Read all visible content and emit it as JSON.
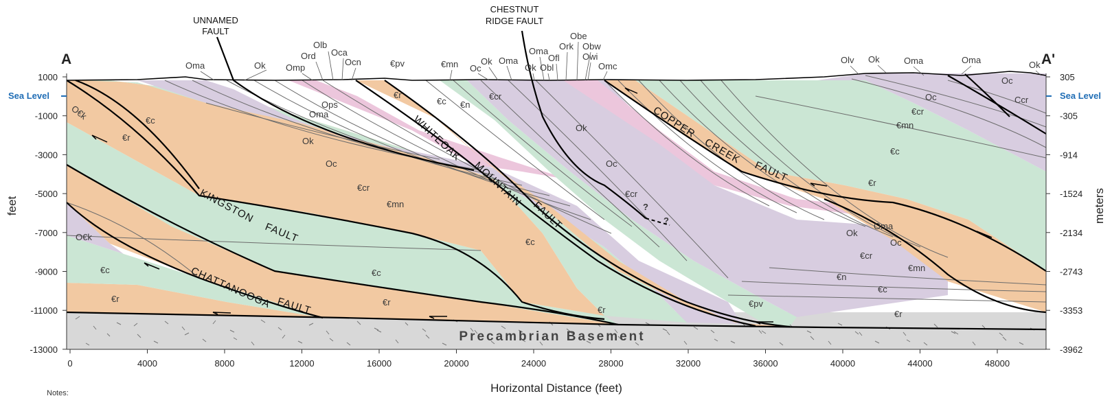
{
  "section_ends": {
    "left": "A",
    "right": "A'"
  },
  "axes": {
    "x_label": "Horizontal Distance (feet)",
    "y_left_label": "feet",
    "y_right_label": "meters",
    "sea_level": "Sea Level",
    "x_ticks": [
      "0",
      "4000",
      "8000",
      "12000",
      "16000",
      "20000",
      "24000",
      "28000",
      "32000",
      "36000",
      "40000",
      "44000",
      "48000"
    ],
    "y_left_ticks": [
      "1000",
      "-1000",
      "-3000",
      "-5000",
      "-7000",
      "-9000",
      "-11000",
      "-13000"
    ],
    "y_right_ticks": [
      "305",
      "-305",
      "-914",
      "-1524",
      "-2134",
      "-2743",
      "-3353",
      "-3962"
    ]
  },
  "faults": {
    "kingston": [
      "KINGSTON",
      "FAULT"
    ],
    "chattanooga": [
      "CHATTANOOGA",
      "FAULT"
    ],
    "whiteoak": [
      "WHITEOAK",
      "MOUNTAIN",
      "FAULT"
    ],
    "copper": [
      "COPPER",
      "CREEK",
      "FAULT"
    ],
    "unnamed": [
      "UNNAMED",
      "FAULT"
    ],
    "chestnut": [
      "CHESTNUT",
      "RIDGE FAULT"
    ]
  },
  "basement_label": "Precambrian Basement",
  "notes_label": "Notes:",
  "query_mark": "?",
  "formation_labels": {
    "top": [
      "Oma",
      "Ok",
      "Omp",
      "Ord",
      "Olb",
      "Oca",
      "Ocn",
      "€pv",
      "€mn",
      "Oc",
      "Ok",
      "Oma",
      "Oma",
      "Ok",
      "Obl",
      "Ofl",
      "Ork",
      "Obe",
      "Obw",
      "Owi",
      "Omc",
      "Olv",
      "Ok",
      "Oma",
      "Oma",
      "Ok"
    ],
    "left_block": [
      "O€k",
      "€c",
      "€r",
      "O€k",
      "€c",
      "€r"
    ],
    "middle": [
      "Ops",
      "Oma",
      "Ok",
      "Oc",
      "€cr",
      "€mn",
      "€r",
      "€c",
      "€n",
      "€cr",
      "€c",
      "€c",
      "€r",
      "€r",
      "Ok",
      "Oc",
      "€cr"
    ],
    "right": [
      "Oc",
      "Ccr",
      "Oc",
      "€cr",
      "€mn",
      "€c",
      "€r",
      "Ok",
      "Oma",
      "Oc",
      "€cr",
      "€mn",
      "€n",
      "€c",
      "€pv",
      "€r"
    ]
  },
  "colors": {
    "cambrian_rome": "#f2c9a2",
    "cambrian_carbonate": "#cbe6d4",
    "ordovician_knox": "#d8cde0",
    "ordovician_upper": "#ecc6dc",
    "basement": "#d8d8d8",
    "fault_line": "#000000",
    "contact_line": "#6b6b6b",
    "sea_level": "#1f6db5"
  }
}
